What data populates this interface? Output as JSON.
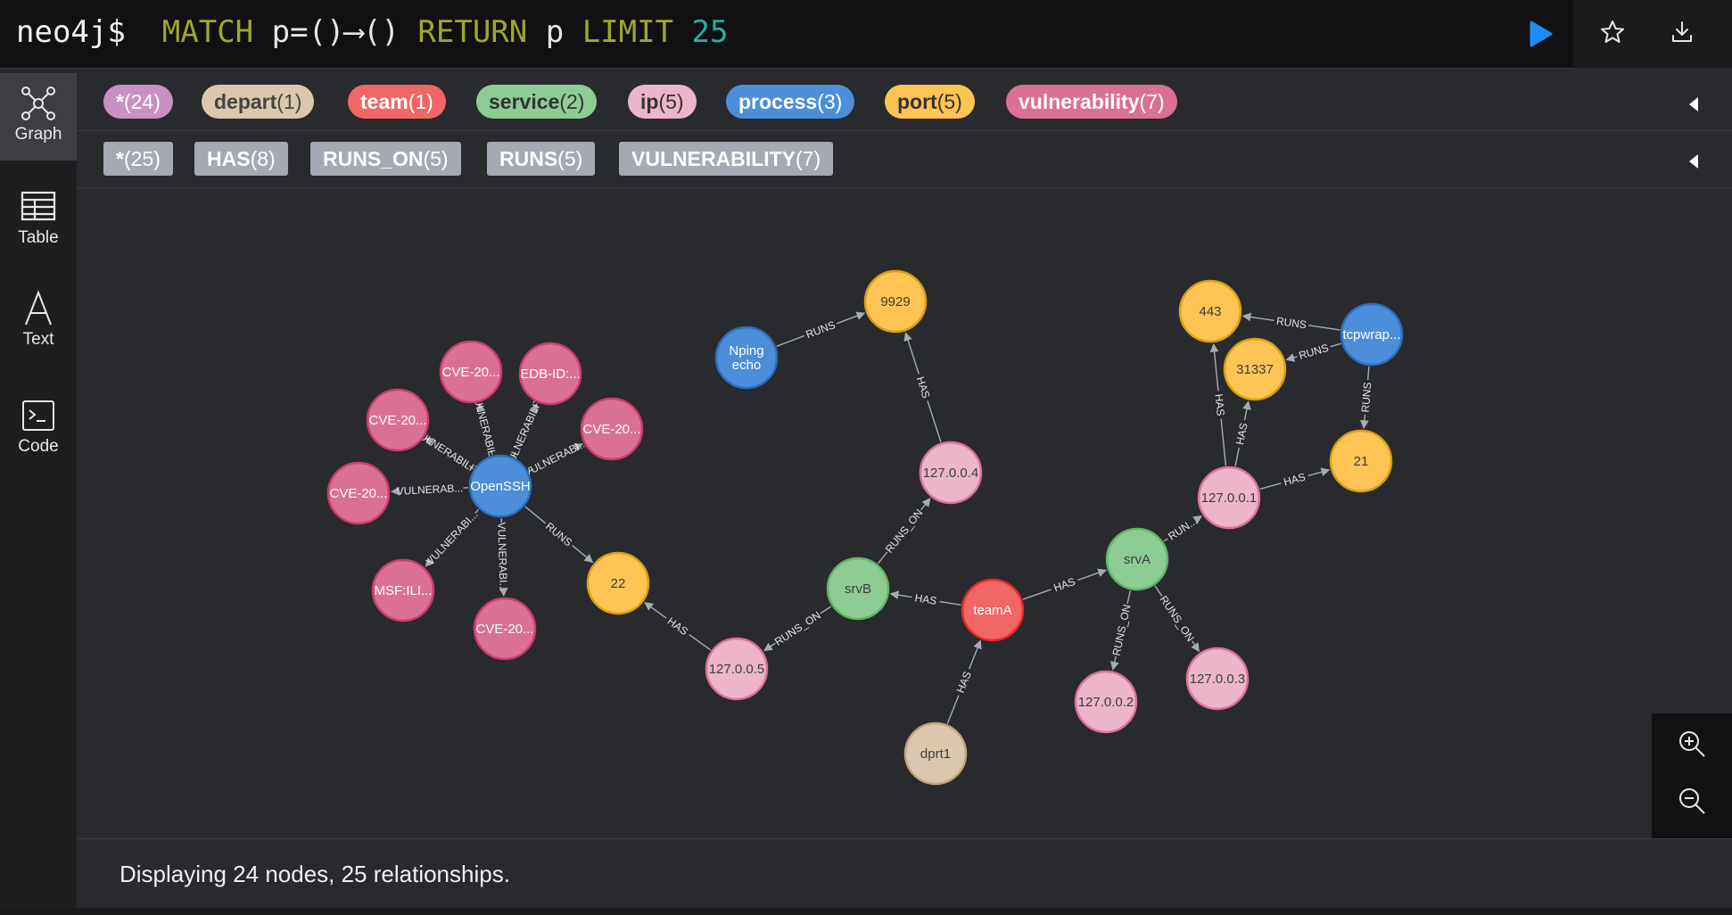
{
  "query": {
    "prompt": "neo4j$",
    "kw_match": "MATCH",
    "path_expr": "p=()⟶()",
    "kw_return": "RETURN",
    "ret_var": "p",
    "kw_limit": "LIMIT",
    "limit_value": "25"
  },
  "icons": {
    "run": "play-icon",
    "favorite": "star-icon",
    "download": "download-icon",
    "zoom_in": "zoom-in-icon",
    "zoom_out": "zoom-out-icon"
  },
  "sidenav": {
    "items": [
      {
        "label": "Graph",
        "icon": "graph-icon",
        "active": true
      },
      {
        "label": "Table",
        "icon": "table-icon",
        "active": false
      },
      {
        "label": "Text",
        "icon": "text-icon",
        "active": false
      },
      {
        "label": "Code",
        "icon": "code-icon",
        "active": false
      }
    ]
  },
  "node_labels": [
    {
      "name": "*",
      "count": "(24)",
      "bg": "#c990c0",
      "fg": "#ffffff"
    },
    {
      "name": "depart",
      "count": "(1)",
      "bg": "#d9c8ae",
      "fg": "#444444"
    },
    {
      "name": "team",
      "count": "(1)",
      "bg": "#f16667",
      "fg": "#ffffff"
    },
    {
      "name": "service",
      "count": "(2)",
      "bg": "#8dcc93",
      "fg": "#333333"
    },
    {
      "name": "ip",
      "count": "(5)",
      "bg": "#ecb5c9",
      "fg": "#333333"
    },
    {
      "name": "process",
      "count": "(3)",
      "bg": "#4c8eda",
      "fg": "#ffffff"
    },
    {
      "name": "port",
      "count": "(5)",
      "bg": "#ffc454",
      "fg": "#333333"
    },
    {
      "name": "vulnerability",
      "count": "(7)",
      "bg": "#da7194",
      "fg": "#ffffff"
    }
  ],
  "rel_types": [
    {
      "name": "*",
      "count": "(25)"
    },
    {
      "name": "HAS",
      "count": "(8)"
    },
    {
      "name": "RUNS_ON",
      "count": "(5)"
    },
    {
      "name": "RUNS",
      "count": "(5)"
    },
    {
      "name": "VULNERABILITY",
      "count": "(7)"
    }
  ],
  "graph": {
    "nodes": [
      {
        "id": "openssh",
        "label": "OpenSSH",
        "type": "process"
      },
      {
        "id": "cve1",
        "label": "CVE-20...",
        "type": "vulnerability"
      },
      {
        "id": "edb",
        "label": "EDB-ID:...",
        "type": "vulnerability"
      },
      {
        "id": "cve2",
        "label": "CVE-20...",
        "type": "vulnerability"
      },
      {
        "id": "cve3",
        "label": "CVE-20...",
        "type": "vulnerability"
      },
      {
        "id": "cve4",
        "label": "CVE-20...",
        "type": "vulnerability"
      },
      {
        "id": "msf",
        "label": "MSF:ILI...",
        "type": "vulnerability"
      },
      {
        "id": "cve5",
        "label": "CVE-20...",
        "type": "vulnerability"
      },
      {
        "id": "p22",
        "label": "22",
        "type": "port"
      },
      {
        "id": "ip5",
        "label": "127.0.0.5",
        "type": "ip"
      },
      {
        "id": "srvb",
        "label": "srvB",
        "type": "service"
      },
      {
        "id": "ip4",
        "label": "127.0.0.4",
        "type": "ip"
      },
      {
        "id": "p9929",
        "label": "9929",
        "type": "port"
      },
      {
        "id": "nping",
        "label": "Nping echo",
        "type": "process"
      },
      {
        "id": "teama",
        "label": "teamA",
        "type": "team"
      },
      {
        "id": "dprt1",
        "label": "dprt1",
        "type": "depart"
      },
      {
        "id": "srva",
        "label": "srvA",
        "type": "service"
      },
      {
        "id": "ip2",
        "label": "127.0.0.2",
        "type": "ip"
      },
      {
        "id": "ip3",
        "label": "127.0.0.3",
        "type": "ip"
      },
      {
        "id": "ip1",
        "label": "127.0.0.1",
        "type": "ip"
      },
      {
        "id": "p443",
        "label": "443",
        "type": "port"
      },
      {
        "id": "p31337",
        "label": "31337",
        "type": "port"
      },
      {
        "id": "p21",
        "label": "21",
        "type": "port"
      },
      {
        "id": "tcpwrap",
        "label": "tcpwrap...",
        "type": "process"
      }
    ],
    "relationships": [
      {
        "from": "openssh",
        "to": "cve1",
        "type": "VULNERABILI..."
      },
      {
        "from": "openssh",
        "to": "cve2",
        "type": "VULNERABILITY"
      },
      {
        "from": "openssh",
        "to": "edb",
        "type": "VULNERABILITY"
      },
      {
        "from": "openssh",
        "to": "cve3",
        "type": "VULNERABI..."
      },
      {
        "from": "openssh",
        "to": "cve4",
        "type": "VULNERAB..."
      },
      {
        "from": "openssh",
        "to": "msf",
        "type": "VULNERABI..."
      },
      {
        "from": "openssh",
        "to": "cve5",
        "type": "VULNERABI..."
      },
      {
        "from": "openssh",
        "to": "p22",
        "type": "RUNS"
      },
      {
        "from": "ip5",
        "to": "p22",
        "type": "HAS"
      },
      {
        "from": "srvb",
        "to": "ip5",
        "type": "RUNS_ON"
      },
      {
        "from": "srvb",
        "to": "ip4",
        "type": "RUNS_ON"
      },
      {
        "from": "ip4",
        "to": "p9929",
        "type": "HAS"
      },
      {
        "from": "nping",
        "to": "p9929",
        "type": "RUNS"
      },
      {
        "from": "teama",
        "to": "srvb",
        "type": "HAS"
      },
      {
        "from": "dprt1",
        "to": "teama",
        "type": "HAS"
      },
      {
        "from": "teama",
        "to": "srva",
        "type": "HAS"
      },
      {
        "from": "srva",
        "to": "ip2",
        "type": "RUNS_ON"
      },
      {
        "from": "srva",
        "to": "ip3",
        "type": "RUNS_ON"
      },
      {
        "from": "srva",
        "to": "ip1",
        "type": "RUN..."
      },
      {
        "from": "ip1",
        "to": "p443",
        "type": "HAS"
      },
      {
        "from": "ip1",
        "to": "p31337",
        "type": "HAS"
      },
      {
        "from": "ip1",
        "to": "p21",
        "type": "HAS"
      },
      {
        "from": "tcpwrap",
        "to": "p443",
        "type": "RUNS"
      },
      {
        "from": "tcpwrap",
        "to": "p31337",
        "type": "RUNS"
      },
      {
        "from": "tcpwrap",
        "to": "p21",
        "type": "RUNS"
      }
    ]
  },
  "type_colors": {
    "process": {
      "fill": "#4c8eda",
      "stroke": "#2870c2",
      "text": "light"
    },
    "vulnerability": {
      "fill": "#da7194",
      "stroke": "#cc3c6c",
      "text": "light"
    },
    "port": {
      "fill": "#ffc454",
      "stroke": "#d7a013",
      "text": "dark"
    },
    "ip": {
      "fill": "#ecb5c9",
      "stroke": "#da7298",
      "text": "dark"
    },
    "service": {
      "fill": "#8dcc93",
      "stroke": "#5db665",
      "text": "dark"
    },
    "team": {
      "fill": "#f16667",
      "stroke": "#eb2728",
      "text": "light"
    },
    "depart": {
      "fill": "#d9c8ae",
      "stroke": "#c0a378",
      "text": "dark"
    }
  },
  "status": "Displaying 24 nodes, 25 relationships."
}
